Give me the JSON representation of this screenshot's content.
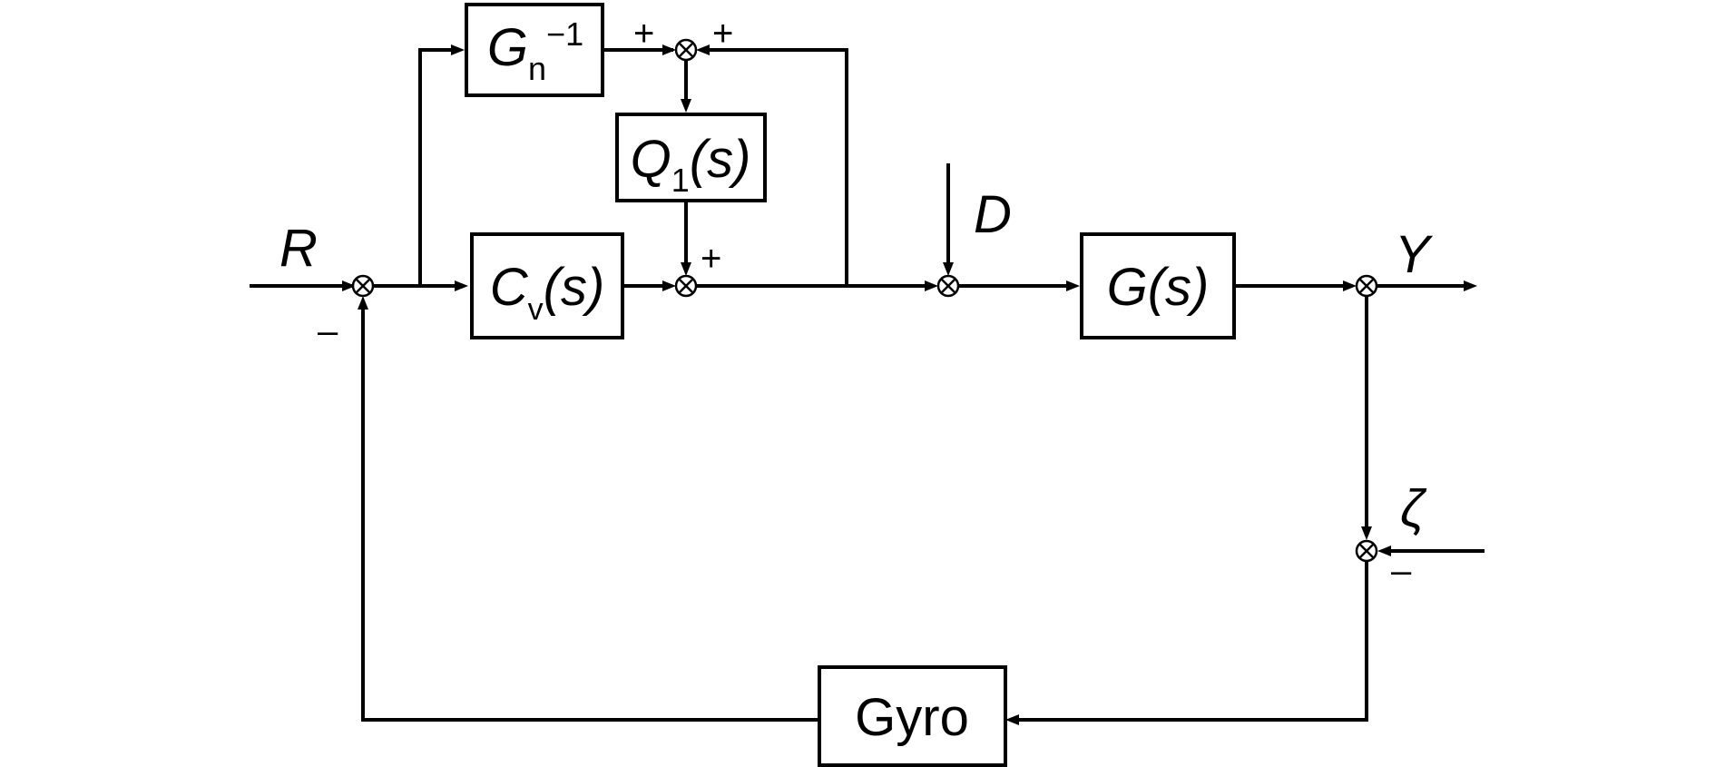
{
  "blocks": {
    "gn_inv": {
      "main": "G",
      "sub": "n",
      "sup": "−1"
    },
    "q1": {
      "main": "Q",
      "sub": "1",
      "arg": "(s)"
    },
    "cv": {
      "main": "C",
      "sub": "v",
      "arg": "(s)"
    },
    "g": {
      "main": "G",
      "arg": "(s)"
    },
    "gyro": {
      "label": "Gyro"
    }
  },
  "signals": {
    "input": "R",
    "disturbance": "D",
    "output": "Y",
    "noise": "ζ"
  },
  "signs": {
    "sum_in_feedback": "–",
    "sum_top_left": "+",
    "sum_top_right": "+",
    "sum_mid_top": "+",
    "sum_noise": "–"
  }
}
